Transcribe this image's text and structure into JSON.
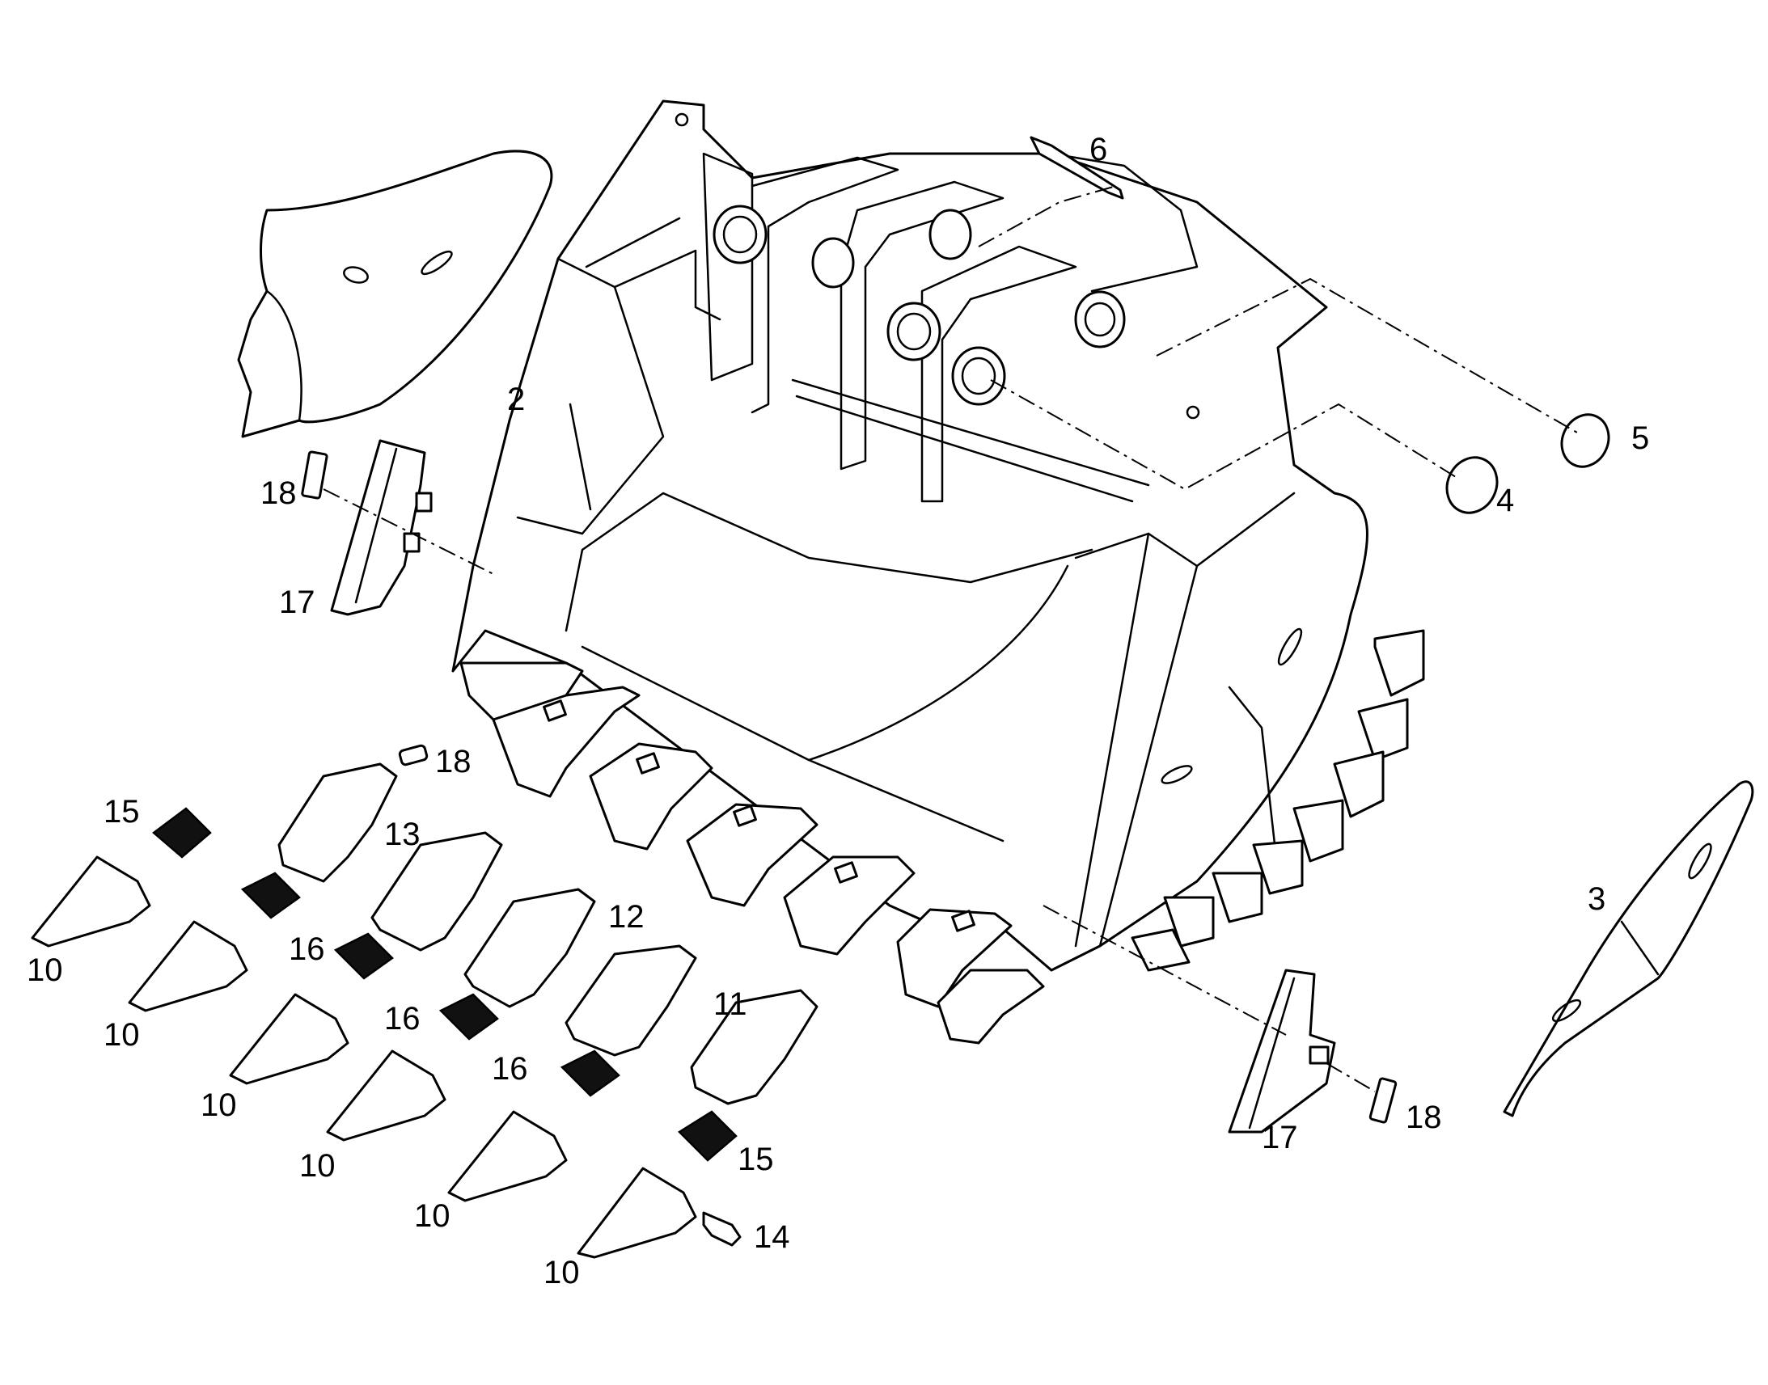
{
  "diagram": {
    "callouts": [
      {
        "id": "c2",
        "text": "2"
      },
      {
        "id": "c3",
        "text": "3"
      },
      {
        "id": "c4",
        "text": "4"
      },
      {
        "id": "c5",
        "text": "5"
      },
      {
        "id": "c6",
        "text": "6"
      },
      {
        "id": "c10a",
        "text": "10"
      },
      {
        "id": "c10b",
        "text": "10"
      },
      {
        "id": "c10c",
        "text": "10"
      },
      {
        "id": "c10d",
        "text": "10"
      },
      {
        "id": "c10e",
        "text": "10"
      },
      {
        "id": "c10f",
        "text": "10"
      },
      {
        "id": "c11",
        "text": "11"
      },
      {
        "id": "c12",
        "text": "12"
      },
      {
        "id": "c13",
        "text": "13"
      },
      {
        "id": "c14",
        "text": "14"
      },
      {
        "id": "c15a",
        "text": "15"
      },
      {
        "id": "c15b",
        "text": "15"
      },
      {
        "id": "c16a",
        "text": "16"
      },
      {
        "id": "c16b",
        "text": "16"
      },
      {
        "id": "c16c",
        "text": "16"
      },
      {
        "id": "c17a",
        "text": "17"
      },
      {
        "id": "c17b",
        "text": "17"
      },
      {
        "id": "c18a",
        "text": "18"
      },
      {
        "id": "c18b",
        "text": "18"
      },
      {
        "id": "c18c",
        "text": "18"
      }
    ]
  }
}
